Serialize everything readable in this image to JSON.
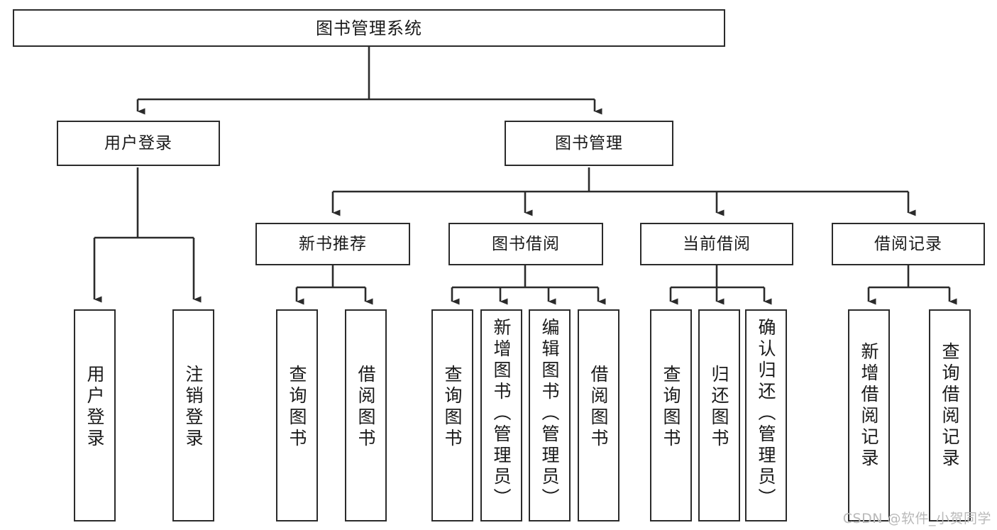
{
  "diagram": {
    "title": "图书管理系统",
    "type": "tree-hierarchy-diagram",
    "orientation": "top-down",
    "colors": {
      "node_border": "#2b2b2b",
      "node_fill": "#ffffff",
      "edge": "#2b2b2b",
      "text": "#1a1a1a",
      "watermark": "#b9b9b9",
      "background": "#ffffff"
    },
    "watermark": "CSDN @软件_小贺同学"
  },
  "nodes": {
    "root": {
      "label": "图书管理系统"
    },
    "level1": [
      {
        "id": "user-login",
        "label": "用户登录"
      },
      {
        "id": "book-management",
        "label": "图书管理"
      }
    ],
    "level2": [
      {
        "id": "new-book-recommend",
        "label": "新书推荐"
      },
      {
        "id": "book-borrow",
        "label": "图书借阅"
      },
      {
        "id": "current-borrow",
        "label": "当前借阅"
      },
      {
        "id": "borrow-record",
        "label": "借阅记录"
      }
    ],
    "leaves": {
      "user_login": [
        {
          "id": "leaf-user-login",
          "label": "用户登录"
        },
        {
          "id": "leaf-logout",
          "label": "注销登录"
        }
      ],
      "new_book_recommend": [
        {
          "id": "leaf-query-book-1",
          "label": "查询图书"
        },
        {
          "id": "leaf-borrow-book-1",
          "label": "借阅图书"
        }
      ],
      "book_borrow": [
        {
          "id": "leaf-query-book-2",
          "label": "查询图书"
        },
        {
          "id": "leaf-add-book",
          "label": "新增图书（管理员）"
        },
        {
          "id": "leaf-edit-book",
          "label": "编辑图书（管理员）"
        },
        {
          "id": "leaf-borrow-book-2",
          "label": "借阅图书"
        }
      ],
      "current_borrow": [
        {
          "id": "leaf-query-book-3",
          "label": "查询图书"
        },
        {
          "id": "leaf-return-book",
          "label": "归还图书"
        },
        {
          "id": "leaf-confirm-return",
          "label": "确认归还（管理员）"
        }
      ],
      "borrow_record": [
        {
          "id": "leaf-add-record",
          "label": "新增借阅记录"
        },
        {
          "id": "leaf-query-record",
          "label": "查询借阅记录"
        }
      ]
    }
  }
}
